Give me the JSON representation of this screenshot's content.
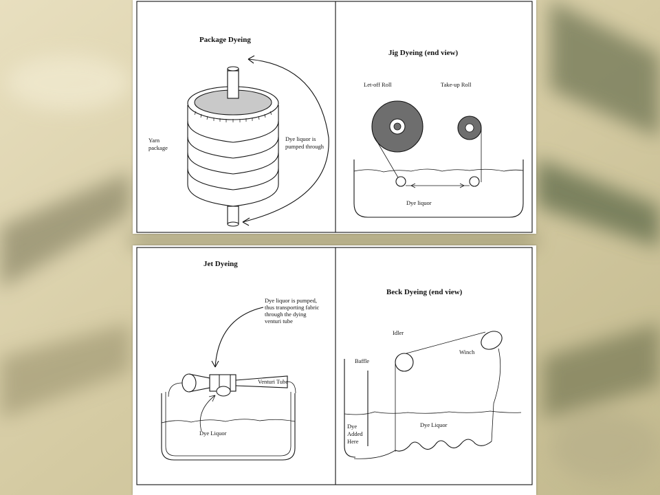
{
  "panels": {
    "package": {
      "title": "Package Dyeing",
      "yarn_label": [
        "Yarn",
        "package"
      ],
      "flow_label": [
        "Dye liquor is",
        "pumped through"
      ]
    },
    "jig": {
      "title": "Jig Dyeing (end view)",
      "letoff_label": "Let-off Roll",
      "takeup_label": "Take-up Roll",
      "liquor_label": "Dye liquor"
    },
    "jet": {
      "title": "Jet Dyeing",
      "pump_label": [
        "Dye liquor is pumped,",
        "thus transporting fabric",
        "through the dying",
        "venturi tube"
      ],
      "venturi_label": "Venturi Tube",
      "liquor_label": "Dye Liquor"
    },
    "beck": {
      "title": "Beck Dyeing (end view)",
      "idler_label": "Idler",
      "winch_label": "Winch",
      "baffle_label": "Baffle",
      "dye_added_label": [
        "Dye",
        "Added",
        "Here"
      ],
      "liquor_label": "Dye Liquor"
    }
  },
  "colors": {
    "background": "#d9cfa8",
    "paper": "#ffffff",
    "ink": "#111111",
    "roll_fill": "#6e6e6e",
    "package_top": "#c9c9c9"
  }
}
